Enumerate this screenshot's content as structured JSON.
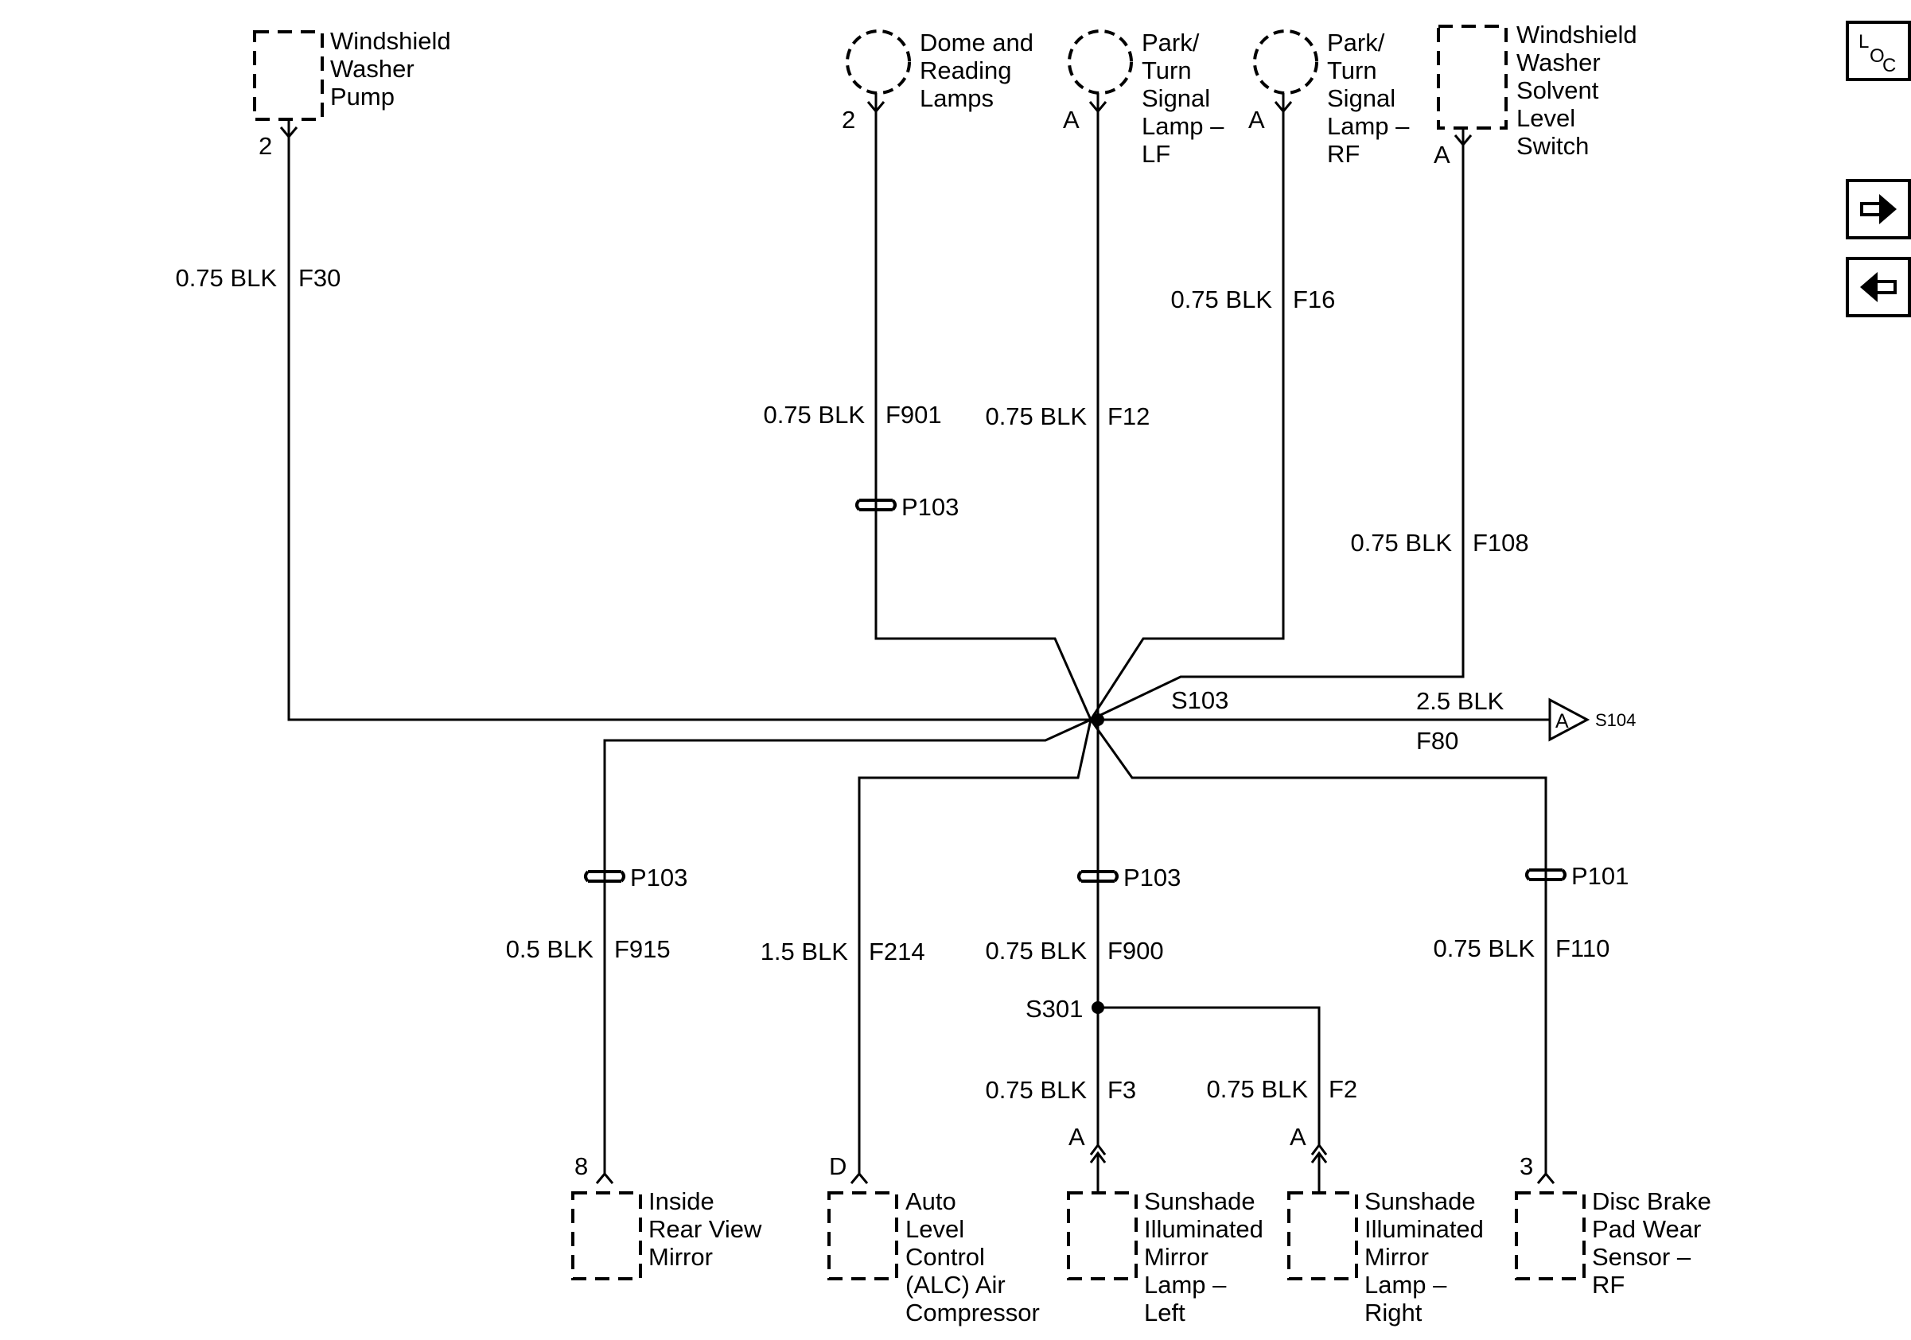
{
  "nav": {
    "loc_l": "L",
    "loc_o": "O",
    "loc_c": "C",
    "next_icon": "right-arrow-icon",
    "prev_icon": "left-arrow-icon"
  },
  "components": {
    "washer_pump": [
      "Windshield",
      "Washer",
      "Pump"
    ],
    "dome_lamps": [
      "Dome and",
      "Reading",
      "Lamps"
    ],
    "park_lf": [
      "Park/",
      "Turn",
      "Signal",
      "Lamp –",
      "LF"
    ],
    "park_rf": [
      "Park/",
      "Turn",
      "Signal",
      "Lamp –",
      "RF"
    ],
    "washer_switch": [
      "Windshield",
      "Washer",
      "Solvent",
      "Level",
      "Switch"
    ],
    "rear_mirror": [
      "Inside",
      "Rear View",
      "Mirror"
    ],
    "alc": [
      "Auto",
      "Level",
      "Control",
      "(ALC) Air",
      "Compressor"
    ],
    "sunshade_left": [
      "Sunshade",
      "Illuminated",
      "Mirror",
      "Lamp –",
      "Left"
    ],
    "sunshade_right": [
      "Sunshade",
      "Illuminated",
      "Mirror",
      "Lamp –",
      "Right"
    ],
    "brake_sensor": [
      "Disc Brake",
      "Pad Wear",
      "Sensor –",
      "RF"
    ]
  },
  "pins": {
    "washer_pump": "2",
    "dome_lamps": "2",
    "park_lf": "A",
    "park_rf": "A",
    "washer_switch": "A",
    "rear_mirror": "8",
    "alc": "D",
    "sunshade_left": "A",
    "sunshade_right": "A",
    "brake_sensor": "3"
  },
  "wires": {
    "f30": {
      "size": "0.75 BLK",
      "circuit": "F30"
    },
    "f901": {
      "size": "0.75 BLK",
      "circuit": "F901"
    },
    "f12": {
      "size": "0.75 BLK",
      "circuit": "F12"
    },
    "f16": {
      "size": "0.75 BLK",
      "circuit": "F16"
    },
    "f108": {
      "size": "0.75 BLK",
      "circuit": "F108"
    },
    "f80": {
      "size": "2.5 BLK",
      "circuit": "F80"
    },
    "f915": {
      "size": "0.5 BLK",
      "circuit": "F915"
    },
    "f214": {
      "size": "1.5 BLK",
      "circuit": "F214"
    },
    "f900": {
      "size": "0.75 BLK",
      "circuit": "F900"
    },
    "f110": {
      "size": "0.75 BLK",
      "circuit": "F110"
    },
    "f3": {
      "size": "0.75 BLK",
      "circuit": "F3"
    },
    "f2": {
      "size": "0.75 BLK",
      "circuit": "F2"
    }
  },
  "inline_connectors": {
    "dome": "P103",
    "mirror": "P103",
    "f900": "P103",
    "brake": "P101"
  },
  "splices": {
    "main": "S103",
    "sunshade": "S301"
  },
  "offpage": {
    "letter": "A",
    "target": "S104"
  }
}
